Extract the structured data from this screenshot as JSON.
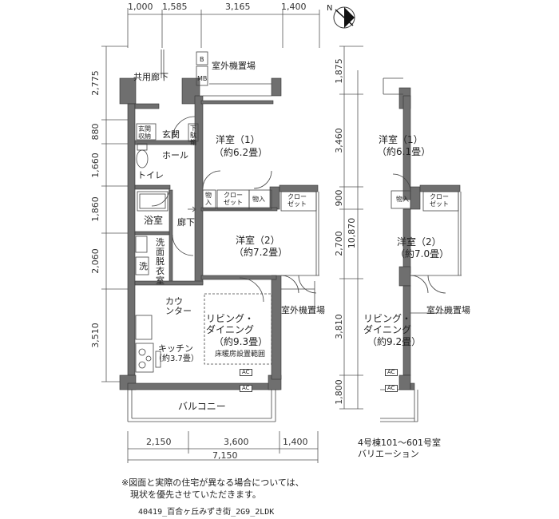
{
  "plan_main": {
    "top_dims": [
      "1,000",
      "1,585",
      "3,165",
      "1,400"
    ],
    "left_dims": [
      "2,775",
      "880",
      "1,660",
      "1,860",
      "2,060",
      "3,510"
    ],
    "bottom_dims": [
      "2,150",
      "3,600",
      "1,400"
    ],
    "bottom_total": "7,150",
    "rooms": {
      "corridor_common": "共用廊下",
      "outdoor_unit_area": "室外機置場",
      "mb": "MB",
      "b": "B",
      "genkan_storage": "玄関\n収納",
      "genkan": "玄関",
      "shoe_box": "下\n駄\n箱",
      "hall": "ホール",
      "toilet": "トイレ",
      "western1": "洋室（1）",
      "western1_size": "（約6.2畳）",
      "storage_a": "物\n入",
      "closet_a": "クロー\nゼット",
      "storage_b": "物入",
      "closet_b": "クロー\nゼット",
      "bath": "浴室",
      "hallway": "廊下",
      "washroom": "洗\n面\n脱\n衣\n室",
      "washer": "洗",
      "western2": "洋室（2）",
      "western2_size": "（約7.2畳）",
      "counter": "カウ\nンター",
      "living": "リビング・\nダイニング",
      "living_size": "（約9.3畳）",
      "floor_heat": "床暖房設置範囲",
      "kitchen": "キッチン",
      "kitchen_size": "（約3.7畳）",
      "outdoor_unit_area2": "室外機置場",
      "ac1": "AC",
      "ac2": "AC",
      "balcony": "バルコニー"
    }
  },
  "plan_variation": {
    "right_dims": [
      "1,875",
      "3,460",
      "900",
      "2,700",
      "3,810",
      "1,800"
    ],
    "total": "10,870",
    "rooms": {
      "western1": "洋室（1）",
      "western1_size": "（約6.1畳）",
      "storage": "物入",
      "closet": "クロー\nゼット",
      "western2": "洋室（2）",
      "western2_size": "（約7.0畳）",
      "outdoor_unit_area": "室外機置場",
      "living": "リビング・\nダイニング",
      "living_size": "（約9.2畳）",
      "ac1": "AC",
      "ac2": "AC"
    },
    "caption_line1": "4号棟101～601号室",
    "caption_line2": "バリエーション"
  },
  "notes": {
    "line1": "※図面と実際の住宅が異なる場合については、",
    "line2": "現状を優先させていただきます。"
  },
  "footer": "40419_百合ヶ丘みずき街_2G9_2LDK",
  "compass_label": "N"
}
